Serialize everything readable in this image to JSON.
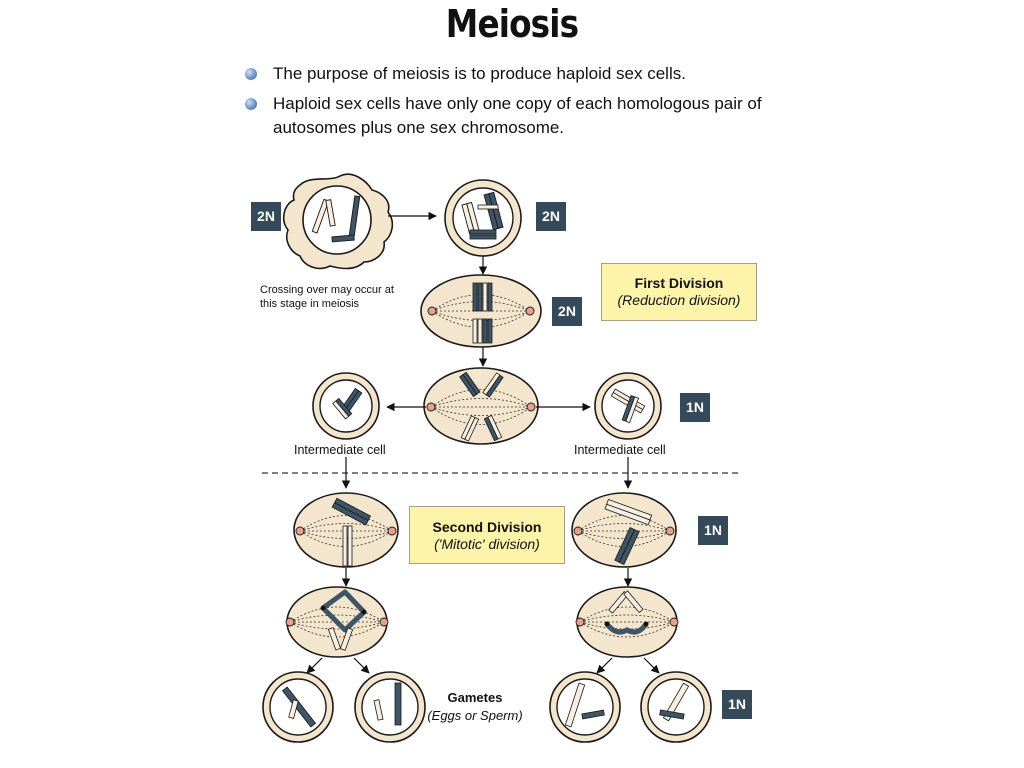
{
  "title": "Meiosis",
  "bullets": [
    "The purpose of meiosis is to produce haploid sex cells.",
    "Haploid sex cells have only one copy of each homologous pair of autosomes plus one sex chromosome."
  ],
  "badges": {
    "start": "2N",
    "after_replication": "2N",
    "metaphase1": "2N",
    "intermediate": "1N",
    "second_division": "1N",
    "gametes": "1N"
  },
  "crossing_note": "Crossing over may occur at this stage in meiosis",
  "first_division": {
    "title": "First Division",
    "subtitle": "(Reduction division)"
  },
  "second_division": {
    "title": "Second Division",
    "subtitle": "('Mitotic' division)"
  },
  "intermediate_left": "Intermediate cell",
  "intermediate_right": "Intermediate cell",
  "gametes": {
    "title": "Gametes",
    "subtitle": "(Eggs or Sperm)"
  },
  "colors": {
    "cell_fill": "#f4e6cc",
    "cell_outline": "#1a1a1a",
    "chromosome_dark": "#3d5566",
    "chromosome_light": "#f7efdf",
    "centriole": "#e8a08e",
    "badge_bg": "#34495a",
    "label_box": "#fdf3a9"
  }
}
